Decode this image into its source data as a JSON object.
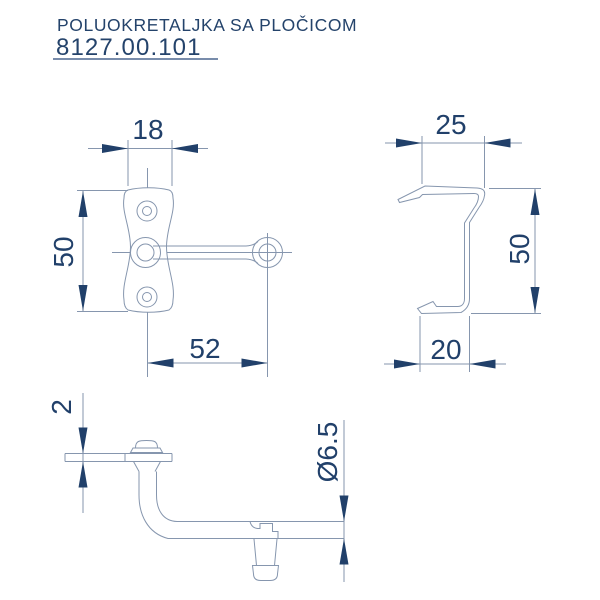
{
  "title": {
    "line1": "POLUOKRETALJKA SA PLOČICOM",
    "product_code": "8127.00.101"
  },
  "front_view": {
    "dim_width": "18",
    "dim_height": "50",
    "dim_length": "52"
  },
  "profile_view": {
    "dim_top": "25",
    "dim_height": "50",
    "dim_bottom": "20"
  },
  "side_view": {
    "dim_thickness": "2",
    "dim_diameter": "Ø6.5"
  },
  "colors": {
    "line": "#8696ae",
    "accent": "#21406a",
    "background": "#ffffff"
  }
}
